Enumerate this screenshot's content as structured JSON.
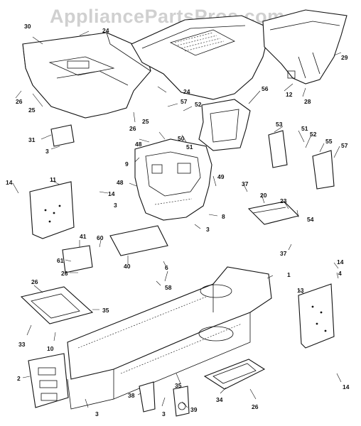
{
  "watermark": "AppliancePartsPros.com",
  "callouts": [
    {
      "id": "c30",
      "text": "30"
    },
    {
      "id": "c24a",
      "text": "24"
    },
    {
      "id": "c29",
      "text": "29"
    },
    {
      "id": "c12",
      "text": "12"
    },
    {
      "id": "c28",
      "text": "28"
    },
    {
      "id": "c26a",
      "text": "26"
    },
    {
      "id": "c25a",
      "text": "25"
    },
    {
      "id": "c24b",
      "text": "24"
    },
    {
      "id": "c57a",
      "text": "57"
    },
    {
      "id": "c52a",
      "text": "52"
    },
    {
      "id": "c56",
      "text": "56"
    },
    {
      "id": "c26b",
      "text": "26"
    },
    {
      "id": "c25b",
      "text": "25"
    },
    {
      "id": "c50",
      "text": "50"
    },
    {
      "id": "c51a",
      "text": "51"
    },
    {
      "id": "c31",
      "text": "31"
    },
    {
      "id": "c48a",
      "text": "48"
    },
    {
      "id": "c3a",
      "text": "3"
    },
    {
      "id": "c9",
      "text": "9"
    },
    {
      "id": "c53",
      "text": "53"
    },
    {
      "id": "c51b",
      "text": "51"
    },
    {
      "id": "c52b",
      "text": "52"
    },
    {
      "id": "c55",
      "text": "55"
    },
    {
      "id": "c57b",
      "text": "57"
    },
    {
      "id": "c14a",
      "text": "14"
    },
    {
      "id": "c11",
      "text": "11"
    },
    {
      "id": "c14b",
      "text": "14"
    },
    {
      "id": "c48b",
      "text": "48"
    },
    {
      "id": "c49",
      "text": "49"
    },
    {
      "id": "c37a",
      "text": "37"
    },
    {
      "id": "c20",
      "text": "20"
    },
    {
      "id": "c23",
      "text": "23"
    },
    {
      "id": "c3b",
      "text": "3"
    },
    {
      "id": "c8",
      "text": "8"
    },
    {
      "id": "c3c",
      "text": "3"
    },
    {
      "id": "c54",
      "text": "54"
    },
    {
      "id": "c41",
      "text": "41"
    },
    {
      "id": "c60",
      "text": "60"
    },
    {
      "id": "c61",
      "text": "61"
    },
    {
      "id": "c40",
      "text": "40"
    },
    {
      "id": "c37b",
      "text": "37"
    },
    {
      "id": "c26c",
      "text": "26"
    },
    {
      "id": "c6",
      "text": "6"
    },
    {
      "id": "c1",
      "text": "1"
    },
    {
      "id": "c14c",
      "text": "14"
    },
    {
      "id": "c4",
      "text": "4"
    },
    {
      "id": "c58",
      "text": "58"
    },
    {
      "id": "c26d",
      "text": "26"
    },
    {
      "id": "c13",
      "text": "13"
    },
    {
      "id": "c35a",
      "text": "35"
    },
    {
      "id": "c33",
      "text": "33"
    },
    {
      "id": "c10",
      "text": "10"
    },
    {
      "id": "c2",
      "text": "2"
    },
    {
      "id": "c35b",
      "text": "35"
    },
    {
      "id": "c38",
      "text": "38"
    },
    {
      "id": "c3d",
      "text": "3"
    },
    {
      "id": "c3e",
      "text": "3"
    },
    {
      "id": "c39",
      "text": "39"
    },
    {
      "id": "c34",
      "text": "34"
    },
    {
      "id": "c26e",
      "text": "26"
    },
    {
      "id": "c14d",
      "text": "14"
    }
  ]
}
